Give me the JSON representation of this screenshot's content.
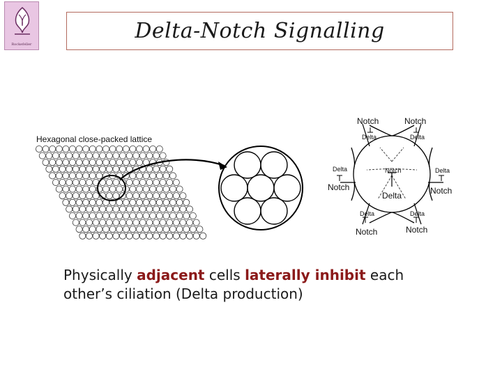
{
  "slide": {
    "title": "Delta-Notch Signalling",
    "logo_text": "Rockefeller"
  },
  "diagram": {
    "lattice_label": "Hexagonal close-packed lattice",
    "lattice_rows": 14,
    "lattice_cols": 19,
    "signalling_labels": {
      "notch": "Notch",
      "delta": "Delta"
    }
  },
  "caption": {
    "part1": "Physically ",
    "em1": "adjacent",
    "part2": " cells ",
    "em2": "laterally inhibit",
    "part3": " each other’s ciliation (Delta production)"
  },
  "colors": {
    "emphasis": "#8b1a1a",
    "title_border": "#b36a5e",
    "logo_bg": "#e9c6e3"
  }
}
